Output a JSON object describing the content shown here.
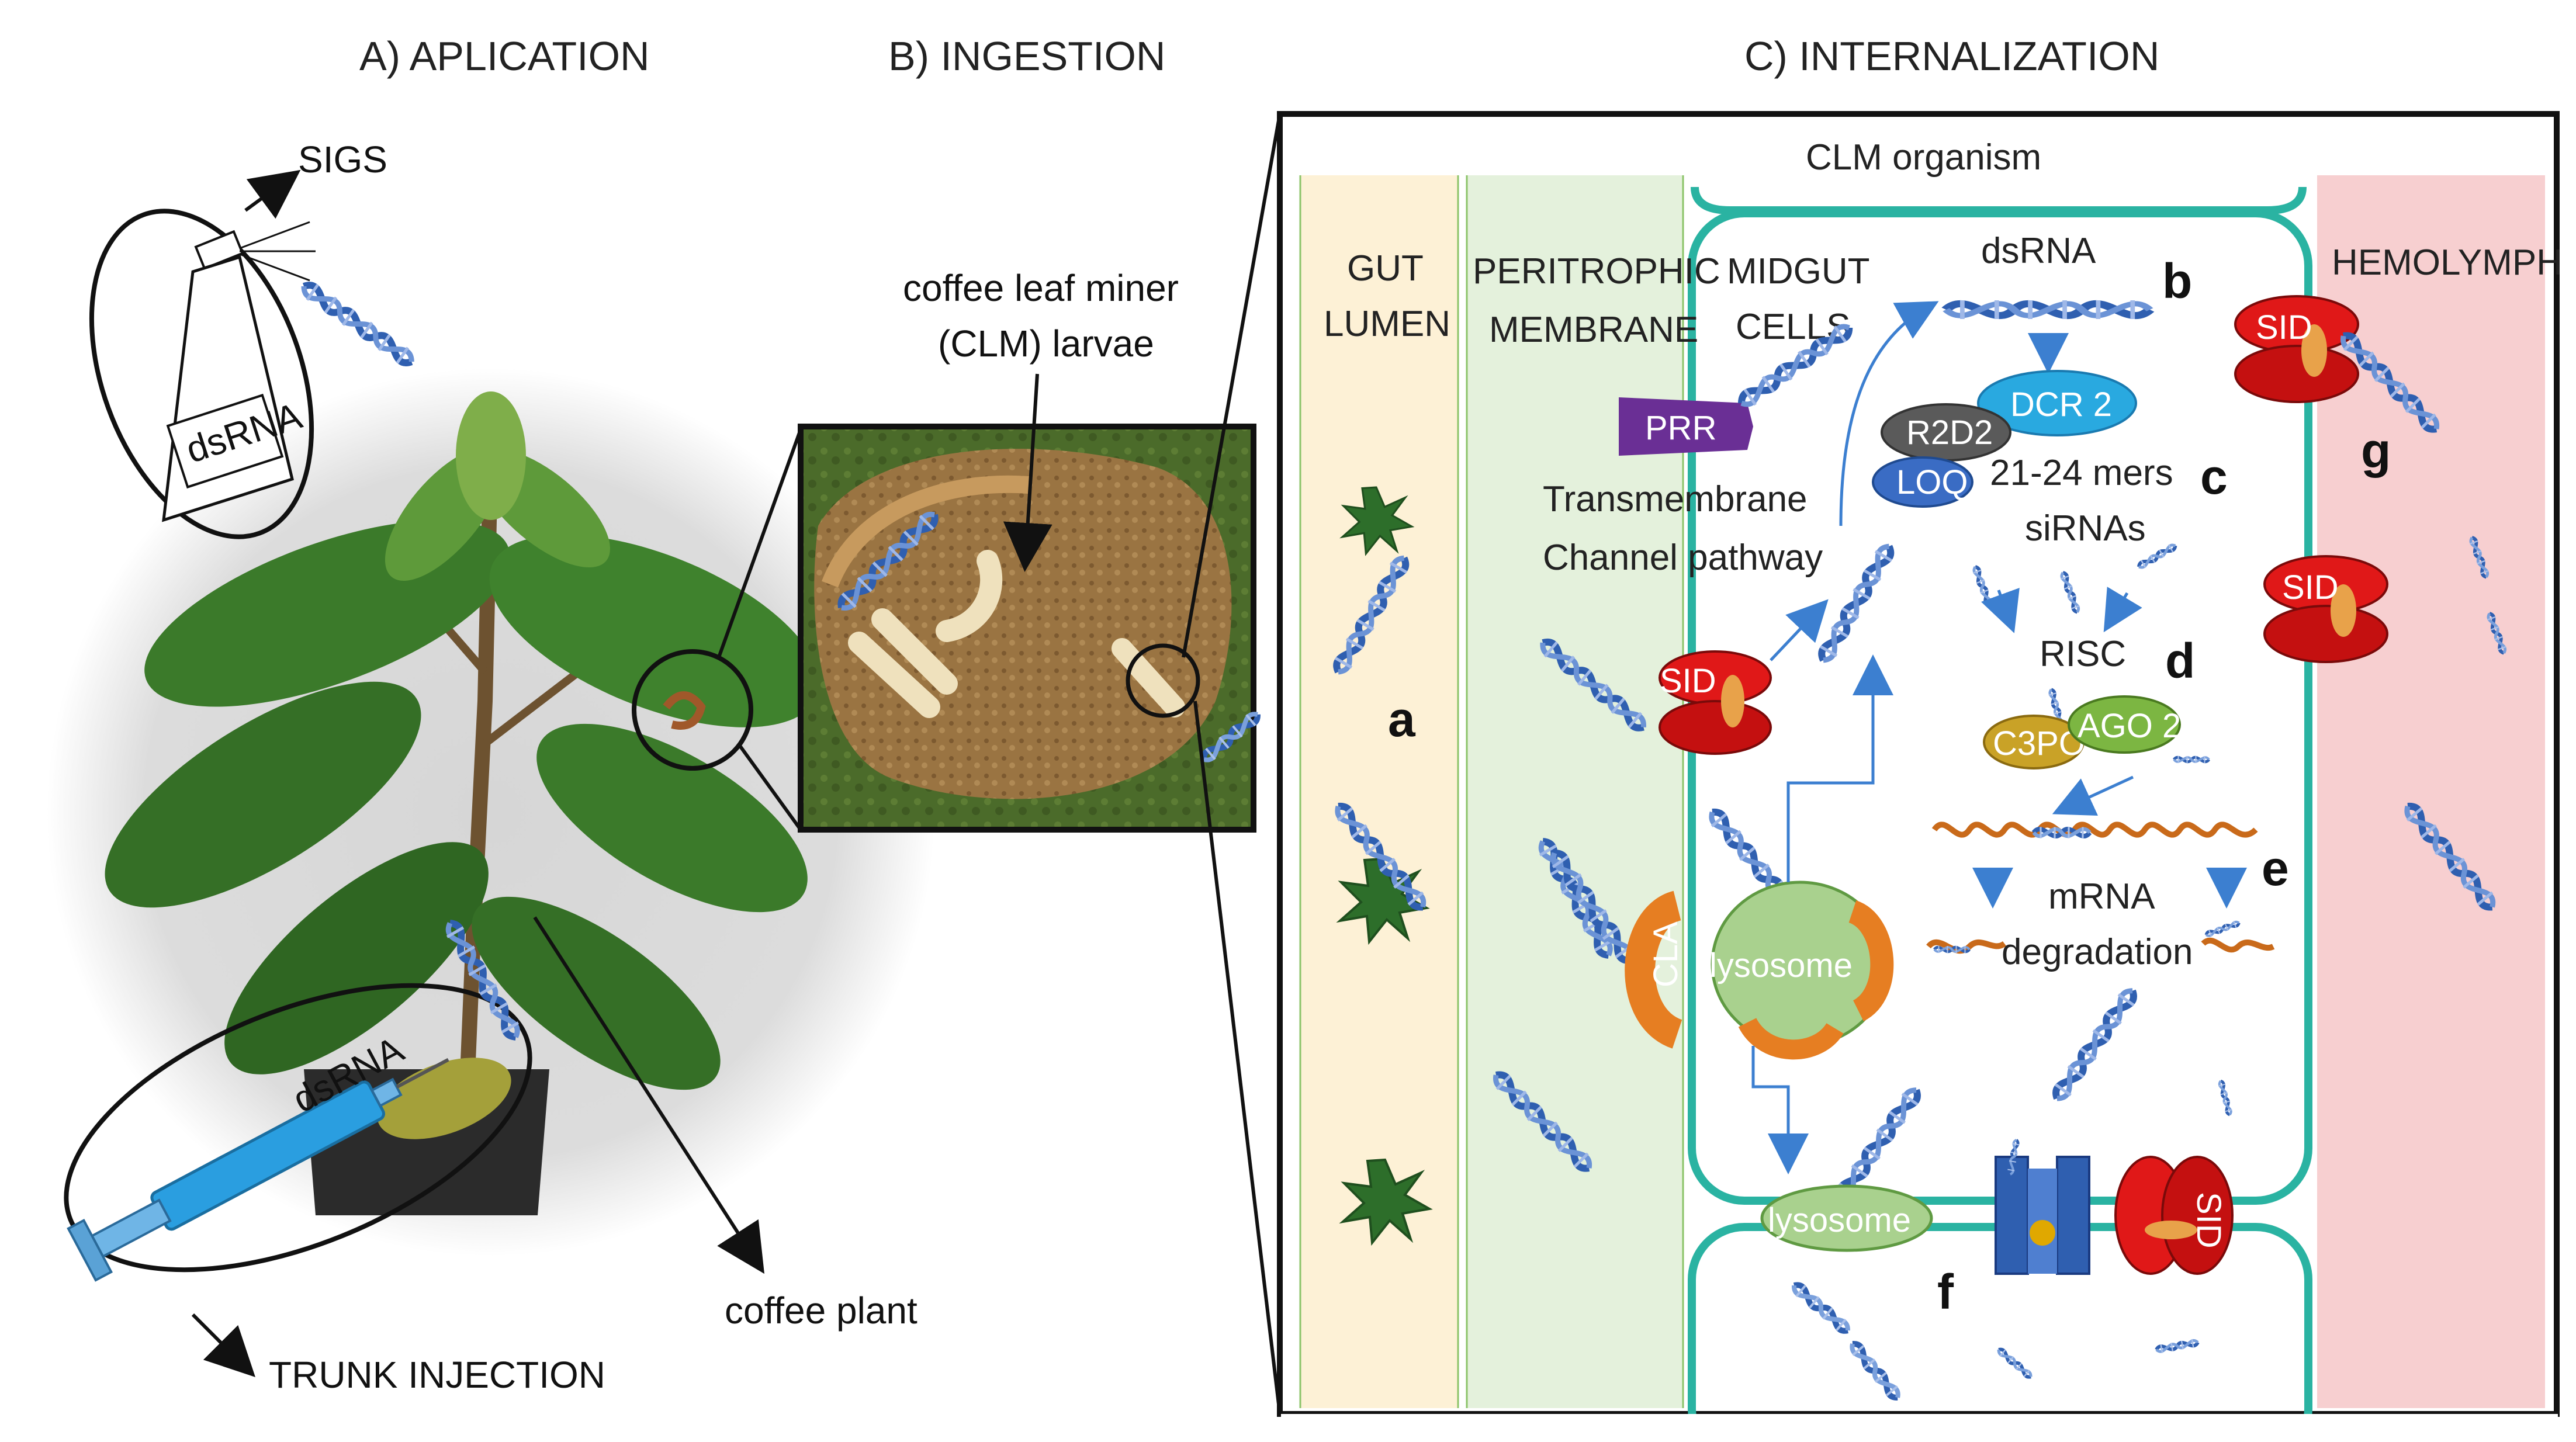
{
  "sections": {
    "application": "A) APLICATION",
    "ingestion": "B)  INGESTION",
    "internalization": "C)    INTERNALIZATION"
  },
  "application_labels": {
    "sigs": "SIGS",
    "dsrna_bottle": "dsRNA",
    "dsrna_syringe": "dsRNA",
    "trunk_injection": "TRUNK INJECTION",
    "coffee_plant": "coffee plant"
  },
  "ingestion_labels": {
    "larvae_line1": "coffee leaf miner",
    "larvae_line2": "(CLM) larvae"
  },
  "internalization": {
    "organism": "CLM organism",
    "zones": {
      "gut_line1": "GUT",
      "gut_line2": "LUMEN",
      "peritrophic_line1": "PERITROPHIC",
      "peritrophic_line2": "MEMBRANE",
      "midgut_line1": "MIDGUT",
      "midgut_line2": "CELLS",
      "hemolymph": "HEMOLYMPH"
    },
    "molecules": {
      "dsrna": "dsRNA",
      "prr": "PRR",
      "dcr2": "DCR 2",
      "r2d2": "R2D2",
      "loq": "LOQ",
      "sid1": "SID",
      "sid2": "SID",
      "sid3": "SID",
      "sid4": "SID",
      "c3po": "C3PO",
      "ago2": "AGO 2",
      "cla": "CLA",
      "lysosome1": "lysosome",
      "lysosome2": "lysosome",
      "risc": "RISC"
    },
    "texts": {
      "transmembrane_line1": "Transmembrane",
      "transmembrane_line2": "Channel pathway",
      "mers_line1": "21-24 mers",
      "mers_line2": "siRNAs",
      "mrna_line1": "mRNA",
      "mrna_line2": "degradation"
    },
    "letters": {
      "a": "a",
      "b": "b",
      "c": "c",
      "d": "d",
      "e": "e",
      "f": "f",
      "g": "g"
    }
  },
  "colors": {
    "gut_lumen": "#fdf1d6",
    "peritrophic": "#e4f1dc",
    "hemolymph": "#f7cfd0",
    "membrane": "#2ab3a2",
    "dsrna_helix": "#2f5fb0",
    "mrna": "#c96a1a",
    "sid": "#e01818",
    "prr": "#6a2f95",
    "dcr2": "#29a9e0",
    "r2d2": "#5a5a5a",
    "loq": "#3a6cc4",
    "c3po": "#c9a227",
    "ago2": "#7cb642",
    "cla": "#e67e22",
    "lysosome": "#a9d18e",
    "leaf": "#3b7a2a"
  }
}
